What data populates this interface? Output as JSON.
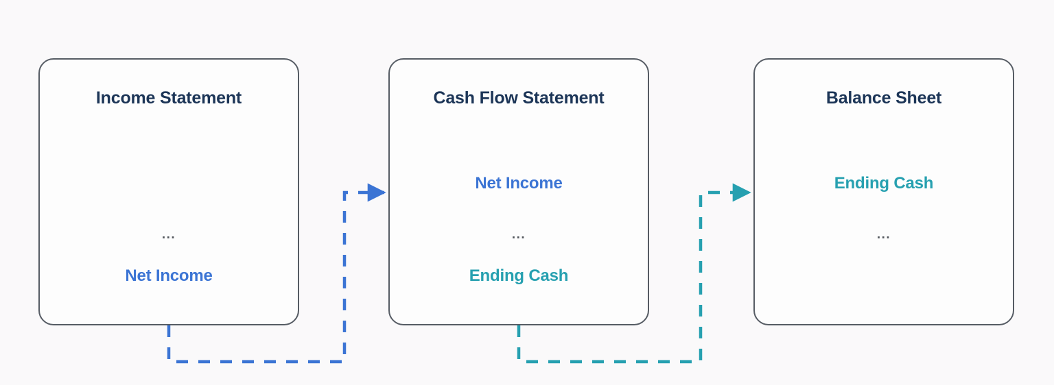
{
  "background_color": "#faf9fa",
  "colors": {
    "box_border": "#565c64",
    "box_fill": "#fdfdfd",
    "title": "#1c3557",
    "net_income_blue": "#3b74d4",
    "ending_cash_teal": "#26a0b0",
    "ellipsis_gray": "#55595f"
  },
  "diagram": {
    "type": "flow-linkage",
    "boxes": [
      {
        "id": "income-statement",
        "title": "Income Statement",
        "rows": [
          {
            "label": "...",
            "kind": "ellipsis",
            "slot": "b"
          },
          {
            "label": "Net Income",
            "kind": "item",
            "color": "blue",
            "slot": "c"
          }
        ]
      },
      {
        "id": "cash-flow-statement",
        "title": "Cash Flow Statement",
        "rows": [
          {
            "label": "Net Income",
            "kind": "item",
            "color": "blue",
            "slot": "a"
          },
          {
            "label": "...",
            "kind": "ellipsis",
            "slot": "b"
          },
          {
            "label": "Ending Cash",
            "kind": "item",
            "color": "teal",
            "slot": "c"
          }
        ]
      },
      {
        "id": "balance-sheet",
        "title": "Balance Sheet",
        "rows": [
          {
            "label": "Ending Cash",
            "kind": "item",
            "color": "teal",
            "slot": "a"
          },
          {
            "label": "...",
            "kind": "ellipsis",
            "slot": "b"
          }
        ]
      }
    ],
    "connectors": [
      {
        "id": "net-income-link",
        "from": "income-statement.Net Income",
        "to": "cash-flow-statement.Net Income",
        "color": "#3b74d4",
        "style": "dashed"
      },
      {
        "id": "ending-cash-link",
        "from": "cash-flow-statement.Ending Cash",
        "to": "balance-sheet.Ending Cash",
        "color": "#26a0b0",
        "style": "dashed"
      }
    ]
  }
}
